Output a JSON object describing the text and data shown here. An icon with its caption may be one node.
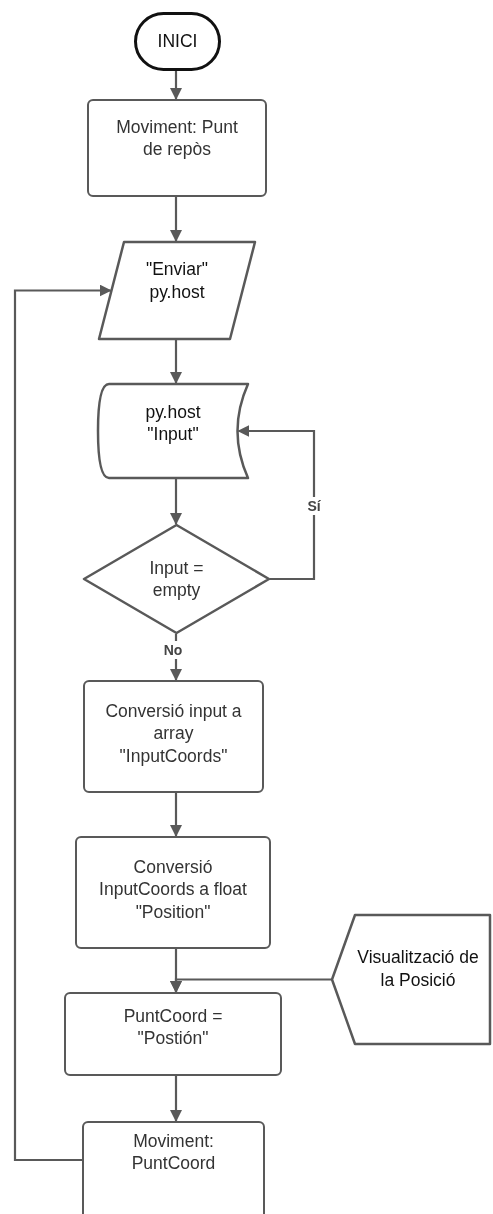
{
  "diagram": {
    "nodes": [
      {
        "text": [
          "INICI"
        ]
      },
      {
        "text": [
          "Moviment: Punt de repòs"
        ]
      },
      {
        "text": [
          "\"Enviar\" py.host"
        ]
      },
      {
        "text": [
          "py.host \"Input\""
        ]
      },
      {
        "text": [
          "Input = empty"
        ]
      },
      {
        "text": [
          "Conversió input a array \"InputCoords\""
        ]
      },
      {
        "text": [
          "Conversió InputCoords a float \"Position\""
        ]
      },
      {
        "text": [
          "PuntCoord = \"Postión\""
        ]
      },
      {
        "text": [
          "Visualització de la Posició"
        ]
      },
      {
        "text": [
          "Moviment: PuntCoord"
        ]
      }
    ],
    "edges": [
      {
        "from": 0,
        "to": 1,
        "arrow": "to"
      },
      {
        "from": 1,
        "to": 2,
        "arrow": "to"
      },
      {
        "from": 2,
        "to": 3,
        "arrow": "to"
      },
      {
        "from": 3,
        "to": 4,
        "arrow": "to"
      },
      {
        "from": 4,
        "to": 3,
        "arrow": "to",
        "label": "Sí"
      },
      {
        "from": 4,
        "to": 5,
        "arrow": "to",
        "label": "No"
      },
      {
        "from": 5,
        "to": 6,
        "arrow": "to"
      },
      {
        "from": 6,
        "to": 7,
        "arrow": "to"
      },
      {
        "from": 8,
        "to": 7,
        "arrow": "to"
      },
      {
        "from": 7,
        "to": 9,
        "arrow": "to"
      },
      {
        "from": 9,
        "to": 2,
        "arrow": "to"
      }
    ]
  }
}
